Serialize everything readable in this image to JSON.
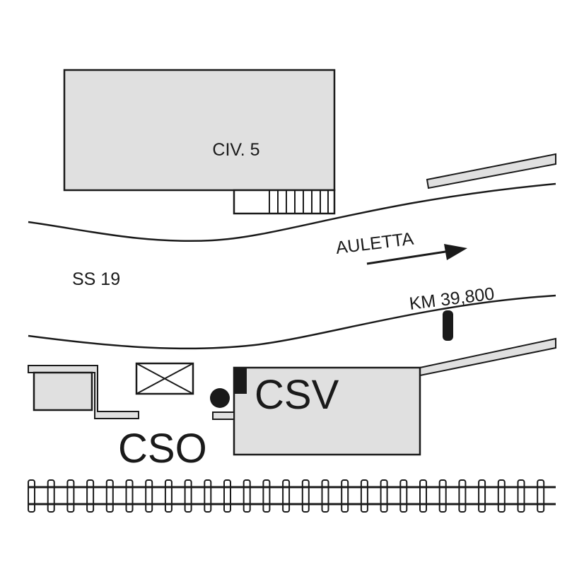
{
  "labels": {
    "building": "CIV. 5",
    "road": "SS 19",
    "direction": "AULETTA",
    "kilometre": "KM 39,800",
    "csv": "CSV",
    "cso": "CSO"
  },
  "colors": {
    "fill": "#e0e0e0",
    "stroke": "#1a1a1a",
    "background": "#ffffff"
  },
  "icons": {
    "direction_arrow": "arrow-right-icon",
    "manhole": "filled-circle-icon",
    "cabinet": "crossed-box-icon",
    "km_marker": "post-icon",
    "railway": "railway-track-icon"
  }
}
